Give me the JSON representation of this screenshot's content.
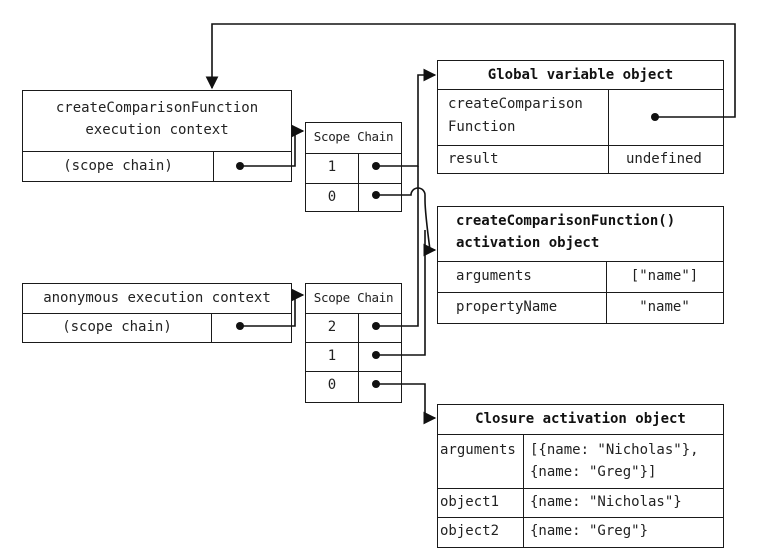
{
  "create_context": {
    "title_line1": "createComparisonFunction",
    "title_line2": "execution context",
    "scope_label": "(scope chain)"
  },
  "anon_context": {
    "title": "anonymous execution context",
    "scope_label": "(scope chain)"
  },
  "scope_chain_1": {
    "title": "Scope Chain",
    "rows": [
      "1",
      "0"
    ]
  },
  "scope_chain_2": {
    "title": "Scope Chain",
    "rows": [
      "2",
      "1",
      "0"
    ]
  },
  "global_object": {
    "title": "Global variable object",
    "rows": [
      {
        "name_line1": "createComparison",
        "name_line2": "Function",
        "value": ""
      },
      {
        "name": "result",
        "value": "undefined"
      }
    ]
  },
  "activation_object": {
    "title_line1": "createComparisonFunction()",
    "title_line2": "activation object",
    "rows": [
      {
        "name": "arguments",
        "value": "[\"name\"]"
      },
      {
        "name": "propertyName",
        "value": "\"name\""
      }
    ]
  },
  "closure_object": {
    "title": "Closure activation object",
    "rows": [
      {
        "name": "arguments",
        "value_line1": "[{name: \"Nicholas\"},",
        "value_line2": "{name: \"Greg\"}]"
      },
      {
        "name": "object1",
        "value": "{name: \"Nicholas\"}"
      },
      {
        "name": "object2",
        "value": "{name: \"Greg\"}"
      }
    ]
  }
}
